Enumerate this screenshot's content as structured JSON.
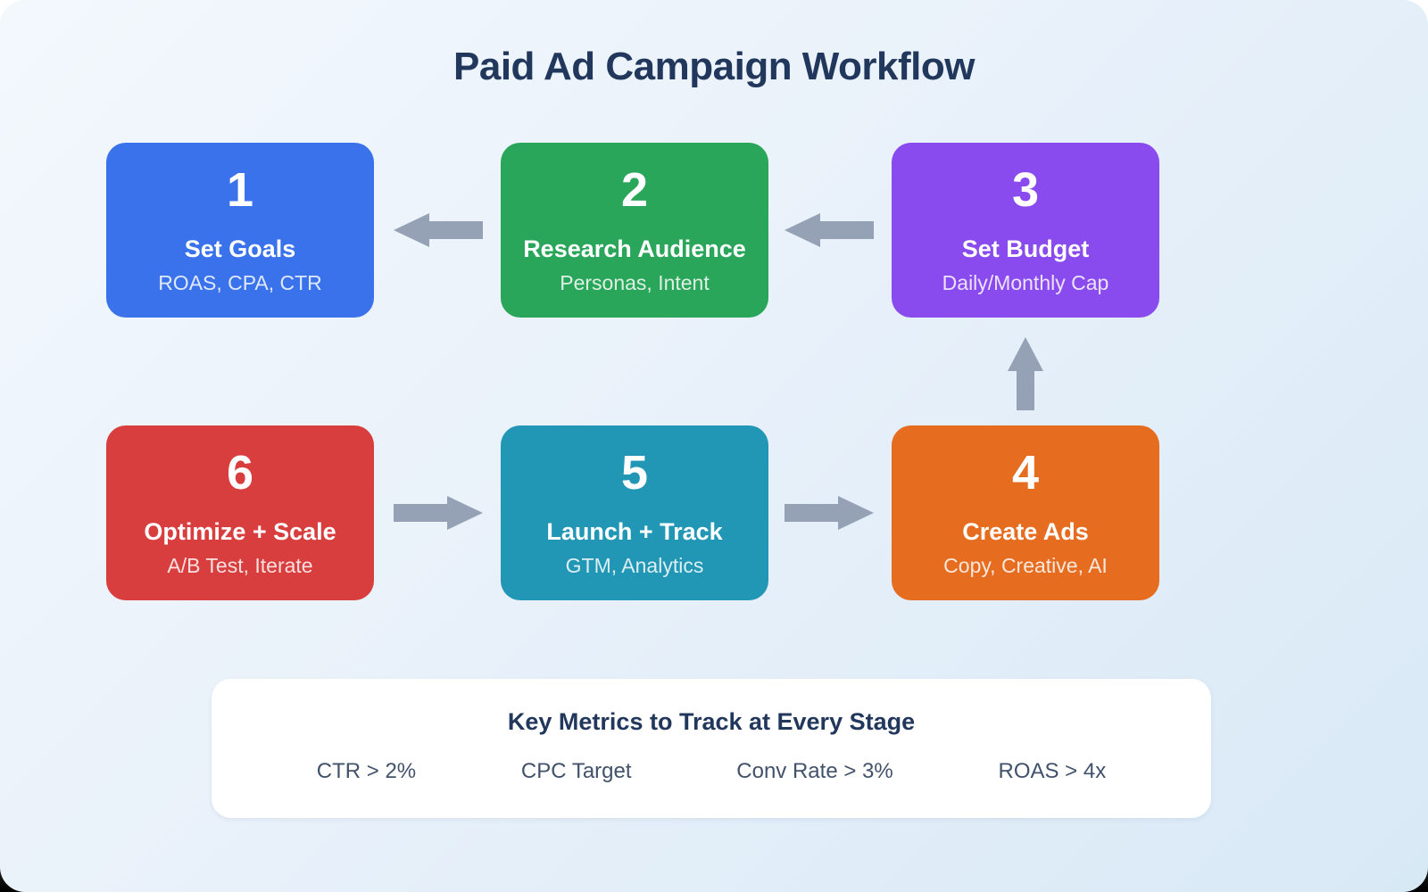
{
  "title": "Paid Ad Campaign Workflow",
  "steps": [
    {
      "number": "1",
      "title": "Set Goals",
      "subtitle": "ROAS, CPA, CTR",
      "color": "#3a72ec"
    },
    {
      "number": "2",
      "title": "Research Audience",
      "subtitle": "Personas, Intent",
      "color": "#2aa65a"
    },
    {
      "number": "3",
      "title": "Set Budget",
      "subtitle": "Daily/Monthly Cap",
      "color": "#8a4bee"
    },
    {
      "number": "4",
      "title": "Create Ads",
      "subtitle": "Copy, Creative, AI",
      "color": "#e66c20"
    },
    {
      "number": "5",
      "title": "Launch + Track",
      "subtitle": "GTM, Analytics",
      "color": "#2197b5"
    },
    {
      "number": "6",
      "title": "Optimize + Scale",
      "subtitle": "A/B Test, Iterate",
      "color": "#d93e3e"
    }
  ],
  "metrics_card": {
    "title": "Key Metrics to Track at Every Stage",
    "metrics": [
      "CTR > 2%",
      "CPC Target",
      "Conv Rate > 3%",
      "ROAS > 4x"
    ]
  },
  "colors": {
    "arrow": "#95a2b6",
    "title_text": "#21375c",
    "metric_text": "#42526b",
    "canvas_top": "#f3f8fd",
    "canvas_bottom": "#d8e9f6",
    "card_bg": "#ffffff"
  }
}
